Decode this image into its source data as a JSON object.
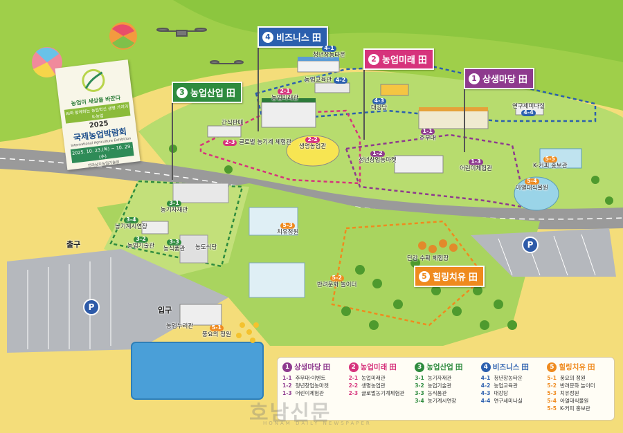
{
  "map_title": "2025 국제농업박람회",
  "banner": {
    "slogan": "농업이 세상을 바꾼다",
    "tagline": "AI와 함께하는 농업혁신  생명 가치의 K-농업",
    "year": "2025",
    "title": "국제농업박람회",
    "subtitle": "International Agriculture Exhibition",
    "dates": "2025. 10. 23.(목) ~ 10. 29.(수)",
    "venue": "전라남도농업기술원"
  },
  "zones": [
    {
      "num": "1",
      "name": "상생마당",
      "color": "#8e3a8e"
    },
    {
      "num": "2",
      "name": "농업미래",
      "color": "#d6337c"
    },
    {
      "num": "3",
      "name": "농업산업",
      "color": "#2e8b3e"
    },
    {
      "num": "4",
      "name": "비즈니스",
      "color": "#2b5fae"
    },
    {
      "num": "5",
      "name": "힐링치유",
      "color": "#ef8a1e"
    }
  ],
  "zone_flag_suffix": "田",
  "places": [
    {
      "code": "4-1",
      "name": "청년창농타운"
    },
    {
      "code": "4-2",
      "name": "농업교육관"
    },
    {
      "code": "4-3",
      "name": "대강당"
    },
    {
      "code": "4-4",
      "name": "연구세미나실"
    },
    {
      "code": "2-1",
      "name": "농업미래관"
    },
    {
      "code": "2-2",
      "name": "생명농업관"
    },
    {
      "code": "2-3",
      "name": "글로벌 농기계 체험관"
    },
    {
      "code": "1-1",
      "name": "주무대"
    },
    {
      "code": "1-2",
      "name": "청년창업농마켓"
    },
    {
      "code": "1-3",
      "name": "어린이체험관"
    },
    {
      "code": "5-4",
      "name": "아열대식물원"
    },
    {
      "code": "5-5",
      "name": "K-커피 홍보관"
    },
    {
      "code": "3-1",
      "name": "농기자재관"
    },
    {
      "code": "3-2",
      "name": "농업기술관"
    },
    {
      "code": "3-3",
      "name": "농식품관"
    },
    {
      "code": "3-4",
      "name": "농기계시연장"
    },
    {
      "code": "5-1",
      "name": "풍요의 정원"
    },
    {
      "code": "5-2",
      "name": "반려문화 놀이터"
    },
    {
      "code": "5-3",
      "name": "치유정원"
    }
  ],
  "plain_labels": {
    "snack": "간식판매",
    "restaurant": "농도식당",
    "orchard": "단감 수확 체험장",
    "farm_restaurant": "농업누리관"
  },
  "gates": {
    "exit": "출구",
    "entrance": "입구"
  },
  "parking_symbol": "P",
  "legend": [
    {
      "num": "1",
      "name": "상생마당",
      "color": "#8e3a8e",
      "items": [
        {
          "code": "1-1",
          "name": "주무대·이벤트"
        },
        {
          "code": "1-2",
          "name": "청년창업농마켓"
        },
        {
          "code": "1-3",
          "name": "어린이체험관"
        }
      ]
    },
    {
      "num": "2",
      "name": "농업미래",
      "color": "#d6337c",
      "items": [
        {
          "code": "2-1",
          "name": "농업미래관"
        },
        {
          "code": "2-2",
          "name": "생명농업관"
        },
        {
          "code": "2-3",
          "name": "글로벌농기계체험관"
        }
      ]
    },
    {
      "num": "3",
      "name": "농업산업",
      "color": "#2e8b3e",
      "items": [
        {
          "code": "3-1",
          "name": "농기자재관"
        },
        {
          "code": "3-2",
          "name": "농업기술관"
        },
        {
          "code": "3-3",
          "name": "농식품관"
        },
        {
          "code": "3-4",
          "name": "농기계시연장"
        }
      ]
    },
    {
      "num": "4",
      "name": "비즈니스",
      "color": "#2b5fae",
      "items": [
        {
          "code": "4-1",
          "name": "청년창농타운"
        },
        {
          "code": "4-2",
          "name": "농업교육관"
        },
        {
          "code": "4-3",
          "name": "대강당"
        },
        {
          "code": "4-4",
          "name": "연구세미나실"
        }
      ]
    },
    {
      "num": "5",
      "name": "힐링치유",
      "color": "#ef8a1e",
      "items": [
        {
          "code": "5-1",
          "name": "풍요의 정원"
        },
        {
          "code": "5-2",
          "name": "반려문화 놀이터"
        },
        {
          "code": "5-3",
          "name": "치유정원"
        },
        {
          "code": "5-4",
          "name": "아열대식물원"
        },
        {
          "code": "5-5",
          "name": "K-커피 홍보관"
        }
      ]
    }
  ],
  "watermark": "호남신문",
  "watermark_sub": "HONAM DAILY NEWSPAPER",
  "colors": {
    "field": "#f4dd7a",
    "grass": "#8cc63f",
    "road": "#9a9a9a",
    "water": "#4a9fd8",
    "parking": "#b5b8bd"
  }
}
